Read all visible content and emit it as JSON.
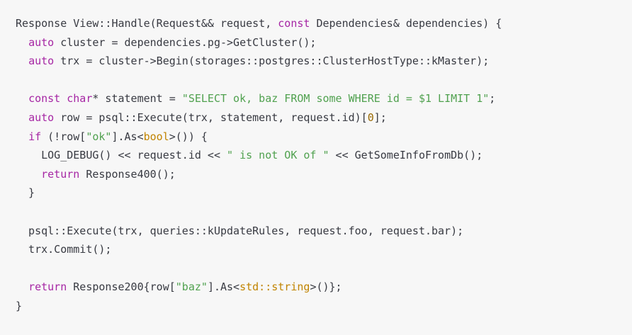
{
  "colors": {
    "background": "#f7f7f7",
    "plain": "#383a42",
    "keyword": "#a626a4",
    "string": "#50a14f",
    "number": "#986801",
    "type": "#c18401"
  },
  "code": {
    "lines": [
      [
        {
          "t": "Response View::Handle(Request&& request, ",
          "c": "plain"
        },
        {
          "t": "const",
          "c": "kw"
        },
        {
          "t": " Dependencies& dependencies) {",
          "c": "plain"
        }
      ],
      [
        {
          "t": "  ",
          "c": "plain"
        },
        {
          "t": "auto",
          "c": "kw"
        },
        {
          "t": " cluster = dependencies.pg->GetCluster();",
          "c": "plain"
        }
      ],
      [
        {
          "t": "  ",
          "c": "plain"
        },
        {
          "t": "auto",
          "c": "kw"
        },
        {
          "t": " trx = cluster->Begin(storages::postgres::ClusterHostType::kMaster);",
          "c": "plain"
        }
      ],
      [],
      [
        {
          "t": "  ",
          "c": "plain"
        },
        {
          "t": "const",
          "c": "kw"
        },
        {
          "t": " ",
          "c": "plain"
        },
        {
          "t": "char",
          "c": "kw"
        },
        {
          "t": "* statement = ",
          "c": "plain"
        },
        {
          "t": "\"SELECT ok, baz FROM some WHERE id = $1 LIMIT 1\"",
          "c": "str"
        },
        {
          "t": ";",
          "c": "plain"
        }
      ],
      [
        {
          "t": "  ",
          "c": "plain"
        },
        {
          "t": "auto",
          "c": "kw"
        },
        {
          "t": " row = psql::Execute(trx, statement, request.id)[",
          "c": "plain"
        },
        {
          "t": "0",
          "c": "num"
        },
        {
          "t": "];",
          "c": "plain"
        }
      ],
      [
        {
          "t": "  ",
          "c": "plain"
        },
        {
          "t": "if",
          "c": "kw"
        },
        {
          "t": " (!row[",
          "c": "plain"
        },
        {
          "t": "\"ok\"",
          "c": "str"
        },
        {
          "t": "].As<",
          "c": "plain"
        },
        {
          "t": "bool",
          "c": "type"
        },
        {
          "t": ">()) {",
          "c": "plain"
        }
      ],
      [
        {
          "t": "    LOG_DEBUG() << request.id << ",
          "c": "plain"
        },
        {
          "t": "\" is not OK of \"",
          "c": "str"
        },
        {
          "t": " << GetSomeInfoFromDb();",
          "c": "plain"
        }
      ],
      [
        {
          "t": "    ",
          "c": "plain"
        },
        {
          "t": "return",
          "c": "kw"
        },
        {
          "t": " Response400();",
          "c": "plain"
        }
      ],
      [
        {
          "t": "  }",
          "c": "plain"
        }
      ],
      [],
      [
        {
          "t": "  psql::Execute(trx, queries::kUpdateRules, request.foo, request.bar);",
          "c": "plain"
        }
      ],
      [
        {
          "t": "  trx.Commit();",
          "c": "plain"
        }
      ],
      [],
      [
        {
          "t": "  ",
          "c": "plain"
        },
        {
          "t": "return",
          "c": "kw"
        },
        {
          "t": " Response200{row[",
          "c": "plain"
        },
        {
          "t": "\"baz\"",
          "c": "str"
        },
        {
          "t": "].As<",
          "c": "plain"
        },
        {
          "t": "std::string",
          "c": "type"
        },
        {
          "t": ">()};",
          "c": "plain"
        }
      ],
      [
        {
          "t": "}",
          "c": "plain"
        }
      ]
    ]
  }
}
